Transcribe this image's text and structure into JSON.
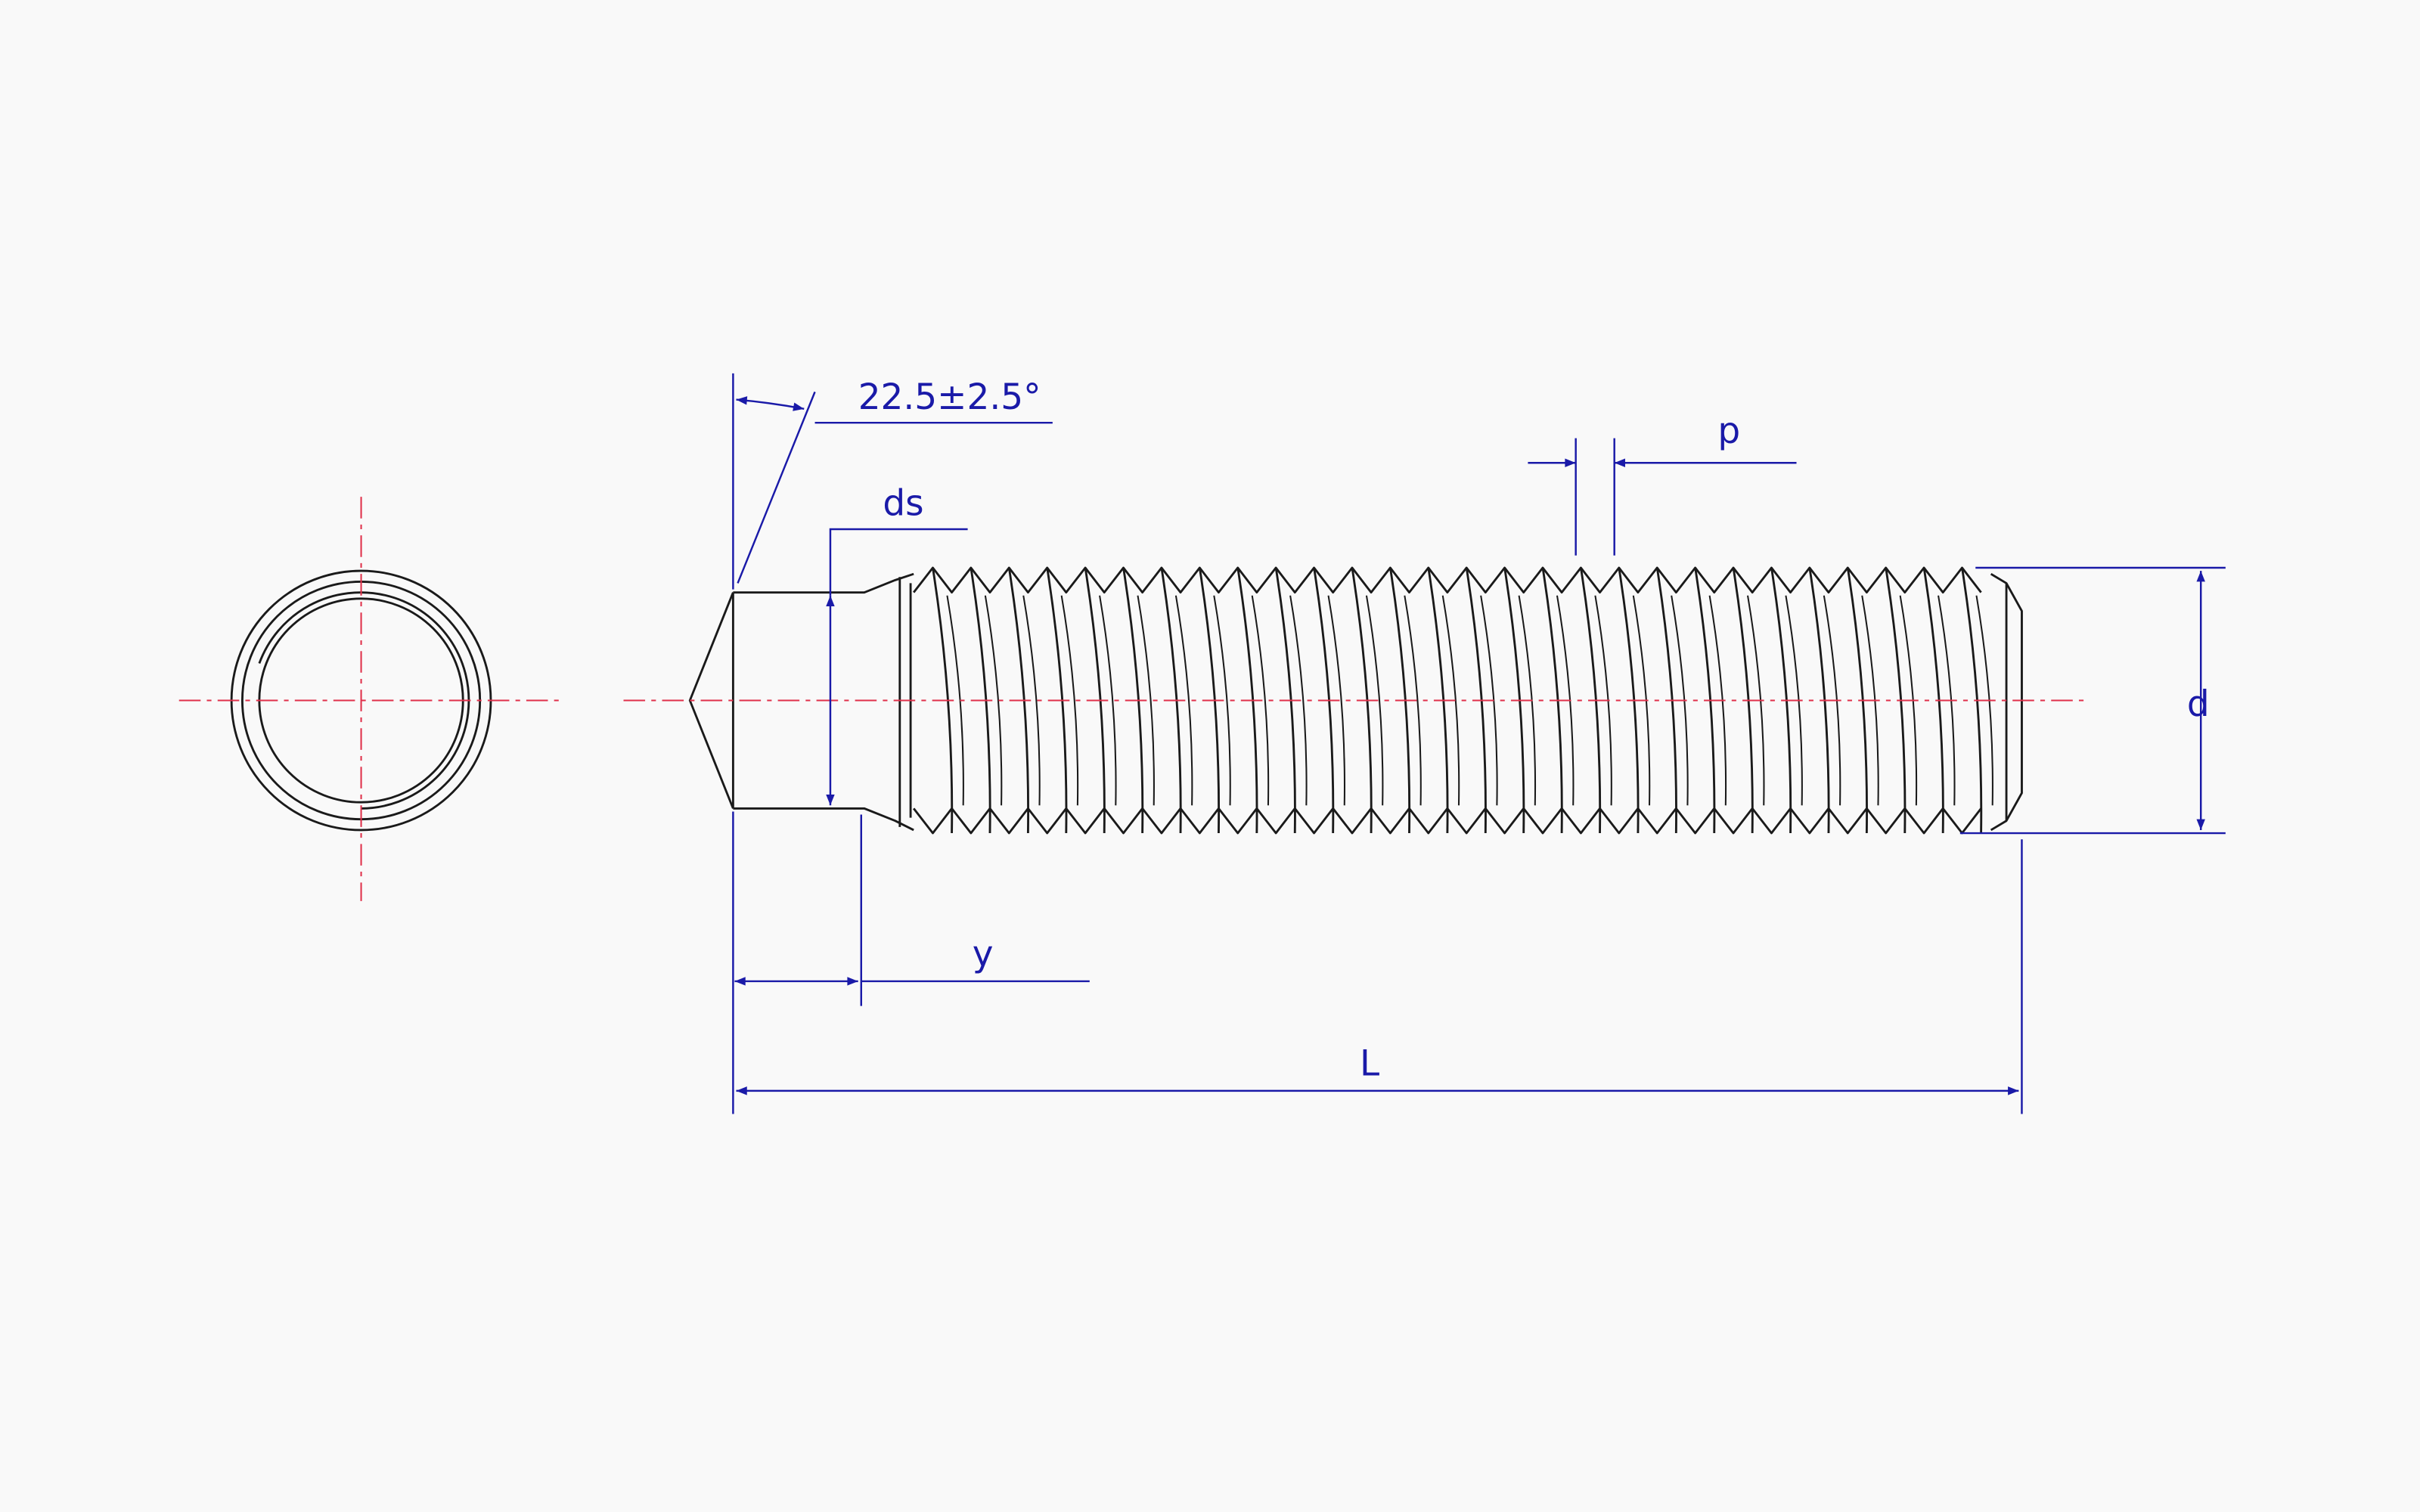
{
  "colors": {
    "background": "#f9f9f9",
    "outline": "#1a1a1a",
    "dimension": "#1a1aa8",
    "centerline": "#e0304a"
  },
  "labels": {
    "angle": "22.5±2.5°",
    "ds": "ds",
    "p": "p",
    "d": "d",
    "y": "y",
    "L": "L"
  }
}
